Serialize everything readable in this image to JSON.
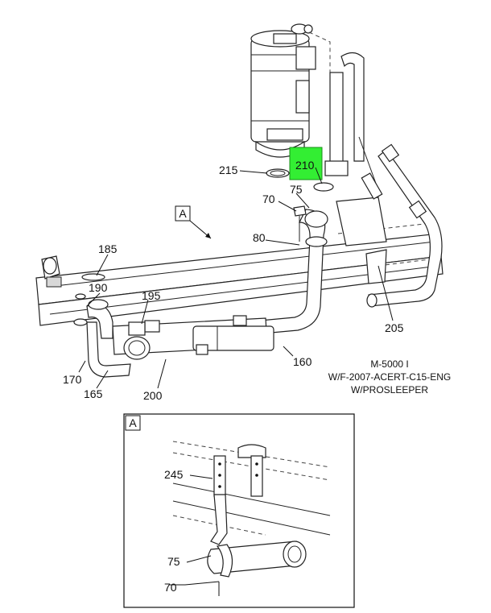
{
  "callouts": {
    "c215": "215",
    "c210": "210",
    "c70": "70",
    "c75": "75",
    "c80": "80",
    "c185": "185",
    "c190": "190",
    "c195": "195",
    "c205": "205",
    "c160": "160",
    "c170": "170",
    "c165": "165",
    "c200": "200",
    "detail_ref": "A"
  },
  "caption": {
    "line1": "M-5000 I",
    "line2": "W/F-2007-ACERT-C15-ENG",
    "line3": "W/PROSLEEPER"
  },
  "detail": {
    "label": "A",
    "c245": "245",
    "c75": "75",
    "c70": "70"
  },
  "colors": {
    "highlight": "#33ee33",
    "line": "#222222"
  }
}
